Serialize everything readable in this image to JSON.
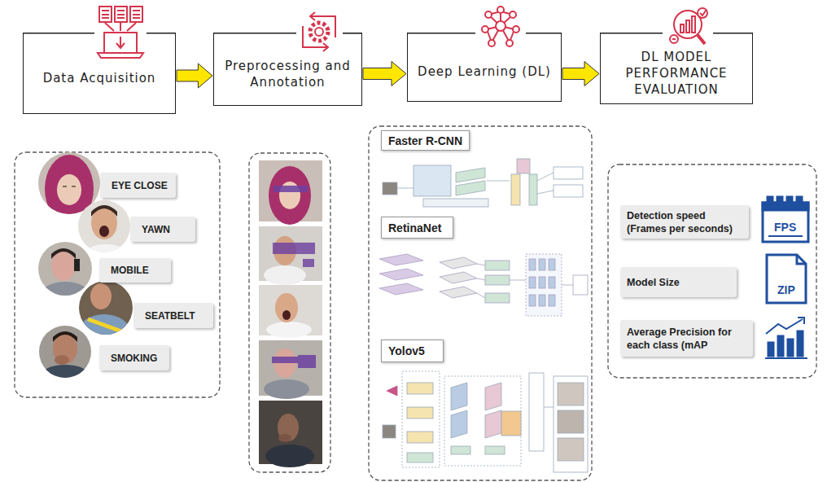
{
  "diagram": {
    "nodes": [
      {
        "text": [
          "Data Acquisition"
        ]
      },
      {
        "text": [
          "Preprocessing and Annotation"
        ]
      },
      {
        "text": [
          "Deep Learning (DL)"
        ]
      },
      {
        "text": [
          "DL MODEL PERFORMANCE EVALUATION"
        ]
      },
      {
        "text": [
          "EYE CLOSE"
        ]
      },
      {
        "text": [
          "YAWN"
        ]
      },
      {
        "text": [
          "MOBILE"
        ]
      },
      {
        "text": [
          "SEATBELT"
        ]
      },
      {
        "text": [
          "SMOKING"
        ]
      },
      {
        "text": [
          "Faster R-CNN"
        ]
      },
      {
        "text": [
          "RetinaNet"
        ]
      },
      {
        "text": [
          "Yolov5"
        ]
      },
      {
        "text": [
          "Detection speed (Frames per seconds)"
        ]
      },
      {
        "text": [
          "Model Size"
        ]
      },
      {
        "text": [
          "Average Precision for each class (mAP"
        ]
      }
    ],
    "edges": [
      {
        "from": 0,
        "to": 1,
        "arrow": "to"
      },
      {
        "from": 1,
        "to": 2,
        "arrow": "to"
      },
      {
        "from": 2,
        "to": 3,
        "arrow": "to"
      }
    ],
    "labels": [
      "FPS",
      "ZIP"
    ]
  }
}
